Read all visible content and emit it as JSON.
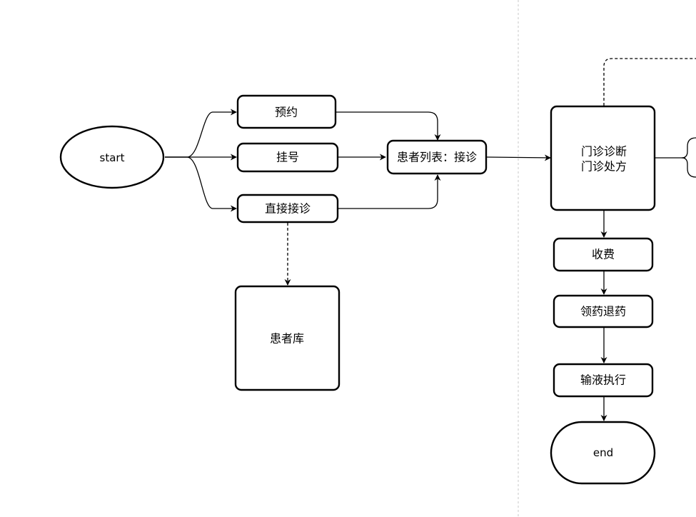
{
  "diagram": {
    "nodes": {
      "start": "start",
      "appointment": "预约",
      "registration": "挂号",
      "direct_visit": "直接接诊",
      "patient_list": "患者列表：接诊",
      "patient_db": "患者库",
      "diagnosis_line1": "门诊诊断",
      "diagnosis_line2": "门诊处方",
      "charge": "收费",
      "dispense": "领药退药",
      "infusion": "输液执行",
      "end": "end"
    }
  }
}
